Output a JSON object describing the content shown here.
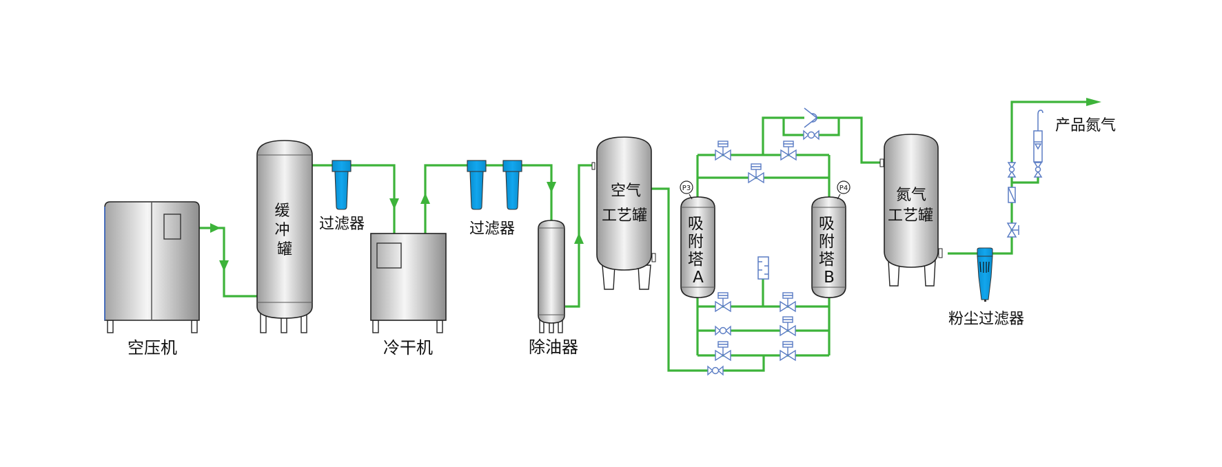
{
  "diagram": {
    "title": "PSA Nitrogen Generation Process Flow",
    "equipment": {
      "air_compressor": {
        "label": "空压机"
      },
      "buffer_tank": {
        "label": "缓冲罐"
      },
      "filter_1": {
        "label": "过滤器"
      },
      "refrigerated_dryer": {
        "label": "冷干机"
      },
      "filter_2": {
        "label": "过滤器"
      },
      "oil_remover": {
        "label": "除油器"
      },
      "air_process_tank": {
        "label_line1": "空气",
        "label_line2": "工艺罐"
      },
      "adsorption_tower_a": {
        "label_chars": [
          "吸",
          "附",
          "塔",
          "A"
        ],
        "gauge": "P3"
      },
      "adsorption_tower_b": {
        "label_chars": [
          "吸",
          "附",
          "塔",
          "B"
        ],
        "gauge": "P4"
      },
      "nitrogen_process_tank": {
        "label_line1": "氮气",
        "label_line2": "工艺罐"
      },
      "dust_filter": {
        "label": "粉尘过滤器"
      },
      "product_outlet": {
        "label": "产品氮气"
      }
    },
    "colors": {
      "pipe": "#3db33a",
      "valve": "#5a7cc4",
      "filter_body": "#0aa0e6",
      "vessel_outline": "#222222"
    }
  }
}
